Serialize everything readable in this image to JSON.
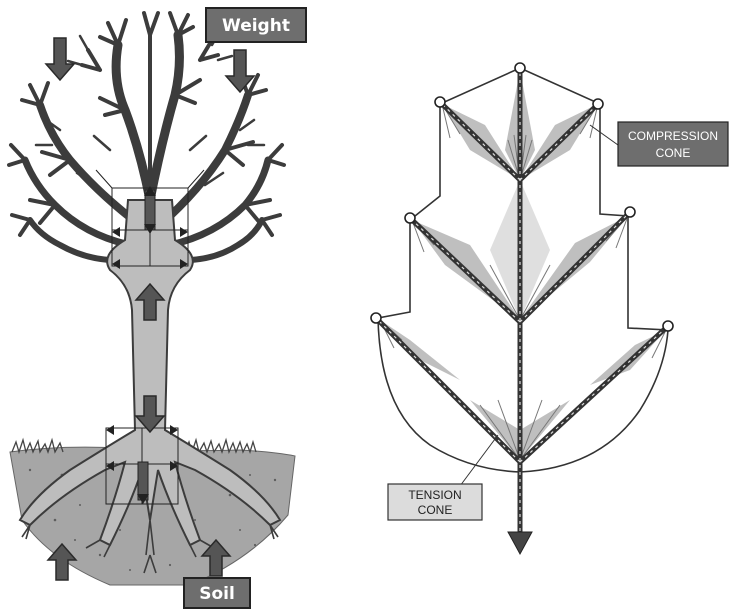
{
  "tree_panel": {
    "weight_label": "Weight",
    "soil_label": "Soil"
  },
  "leaf_panel": {
    "compression_label_line1": "COMPRESSION",
    "compression_label_line2": "CONE",
    "tension_label_line1": "TENSION",
    "tension_label_line2": "CONE"
  },
  "colors": {
    "ink": "#3a3a3a",
    "tree_fill": "#bdbdbd",
    "soil_fill": "#9a9a9a",
    "cone_shade": "#a8a8a8",
    "dark_label_bg": "#6e6e6e",
    "light_label_bg": "#d9d9d9"
  }
}
